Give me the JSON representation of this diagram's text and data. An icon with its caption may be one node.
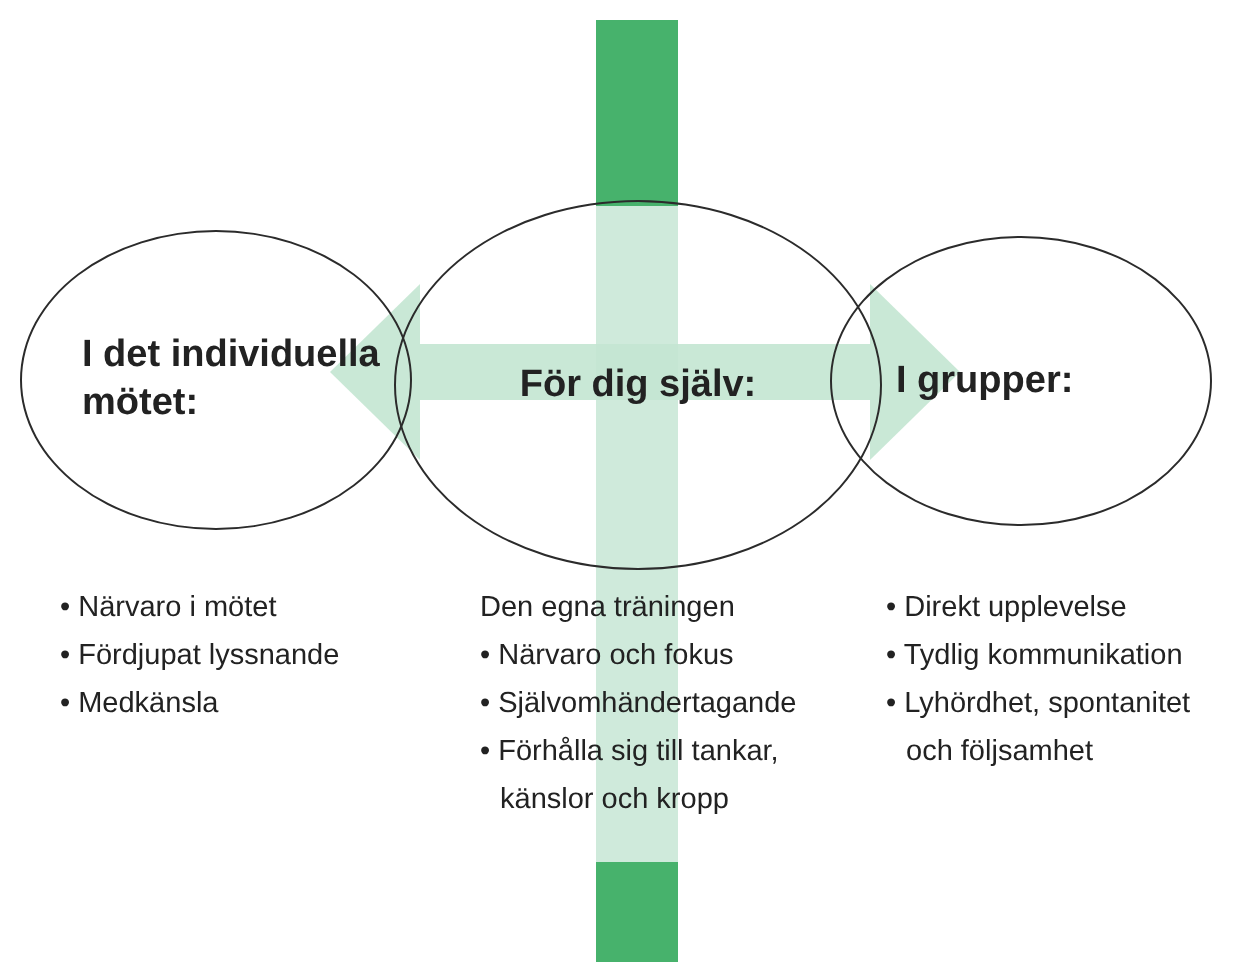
{
  "diagram": {
    "nodes": [
      {
        "text": [
          "I det individuella mötet:"
        ],
        "beside": [
          "• Närvaro i mötet",
          "• Fördjupat lyssnande",
          "• Medkänsla"
        ]
      },
      {
        "text": [
          "För dig själv:"
        ],
        "beside": [
          "Den egna träningen",
          "• Närvaro och fokus",
          "• Självomhändertagande",
          "• Förhålla sig till tankar, känslor och kropp"
        ]
      },
      {
        "text": [
          "I grupper:"
        ],
        "beside": [
          "• Direkt upplevelse",
          "• Tydlig kommunikation",
          "• Lyhördhet, spontanitet och följsamhet"
        ]
      }
    ],
    "edges": [
      {
        "from": 1,
        "to": 0,
        "arrow": "to"
      },
      {
        "from": 1,
        "to": 2,
        "arrow": "to"
      }
    ]
  }
}
